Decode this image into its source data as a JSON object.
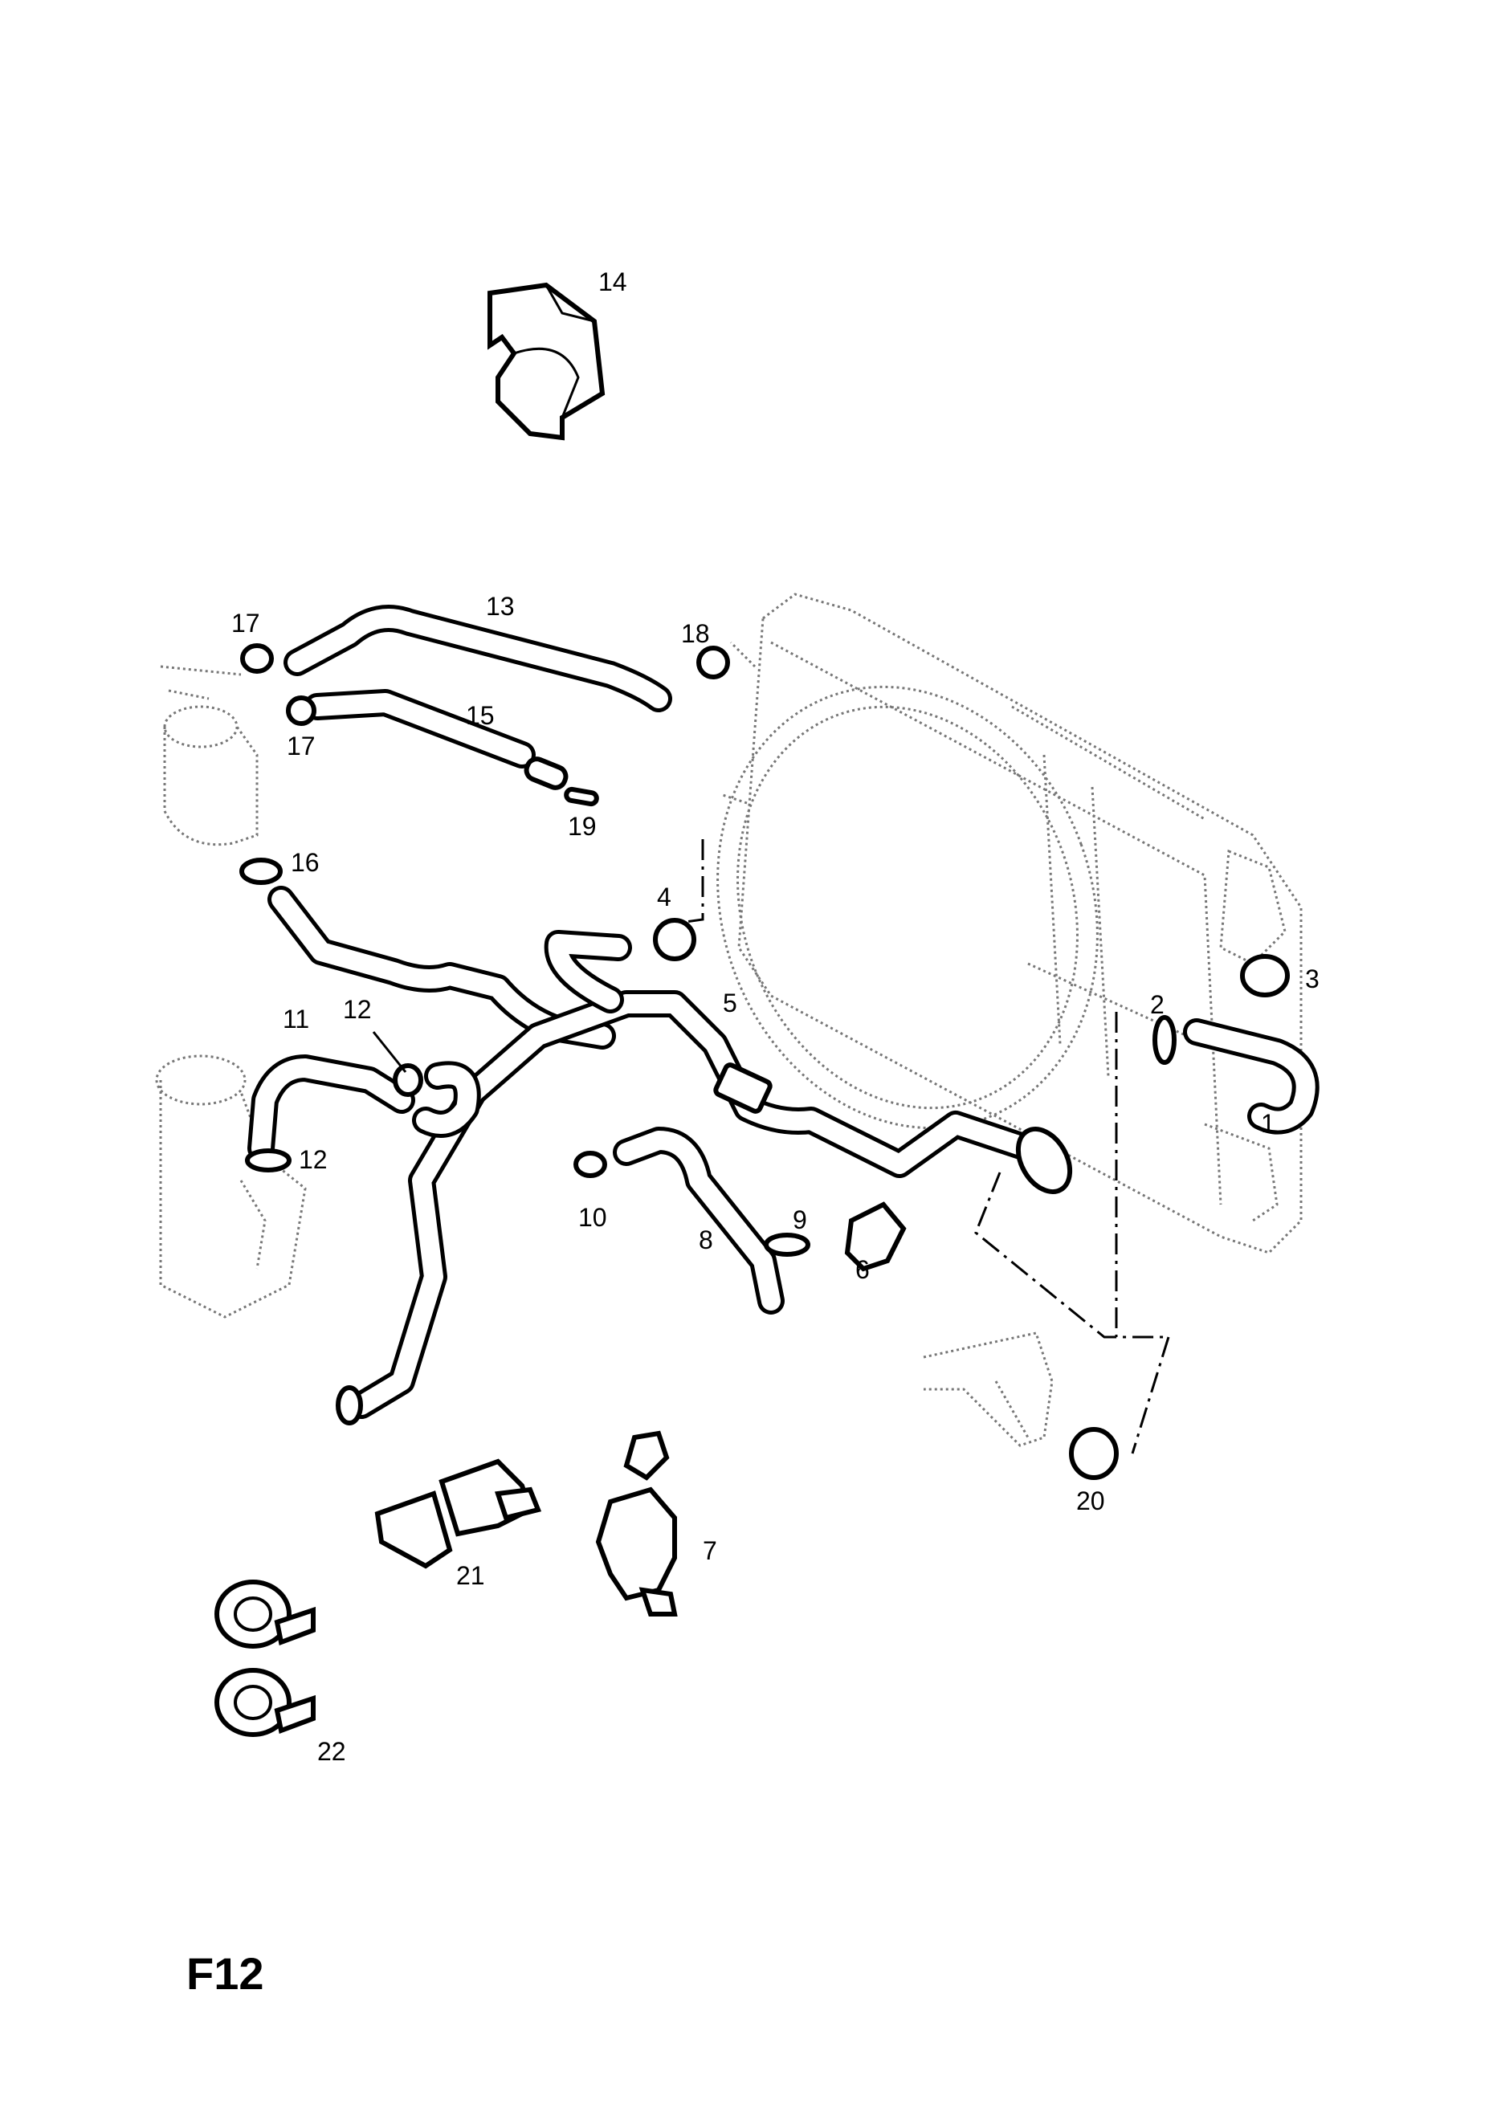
{
  "diagram": {
    "code": "F12",
    "labels": {
      "l1": "1",
      "l2": "2",
      "l3": "3",
      "l4": "4",
      "l5": "5",
      "l6": "6",
      "l7": "7",
      "l8": "8",
      "l9": "9",
      "l10": "10",
      "l11": "11",
      "l12a": "12",
      "l12b": "12",
      "l13": "13",
      "l14": "14",
      "l15": "15",
      "l16": "16",
      "l17a": "17",
      "l17b": "17",
      "l18": "18",
      "l19": "19",
      "l20": "20",
      "l21": "21",
      "l22": "22"
    }
  }
}
